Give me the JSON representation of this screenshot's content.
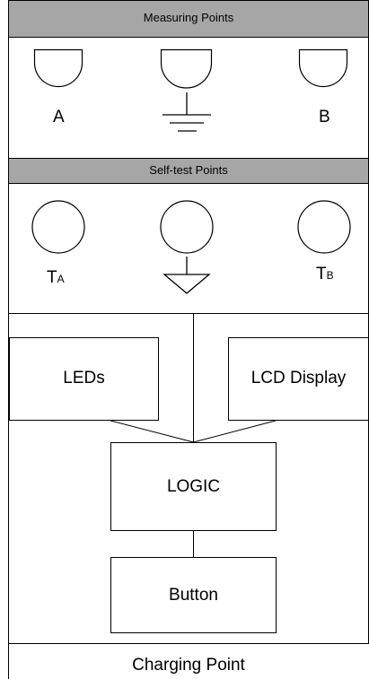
{
  "sections": {
    "measuring": {
      "header": "Measuring Points",
      "labels": {
        "a": "A",
        "b": "B"
      }
    },
    "selftest": {
      "header": "Self-test Points",
      "labels": {
        "ta_main": "T",
        "ta_sub": "A",
        "tb_main": "T",
        "tb_sub": "B"
      }
    },
    "blocks": {
      "leds": "LEDs",
      "lcd": "LCD Display",
      "logic": "LOGIC",
      "button": "Button"
    },
    "footer": {
      "label": "Charging Point"
    }
  },
  "colors": {
    "header_fill": "#a6a6a6",
    "stroke": "#000000",
    "background": "#ffffff"
  }
}
